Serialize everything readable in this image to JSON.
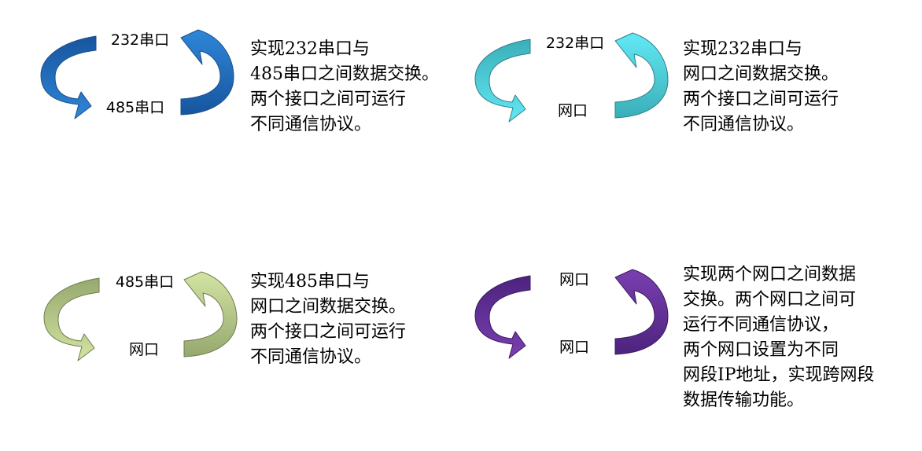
{
  "panels": [
    {
      "top_label": "232串口",
      "bottom_label": "485串口",
      "description": "实现232串口与\n485串口之间数据交换。\n两个接口之间可运行\n不同通信协议。",
      "colors": {
        "light": "#2f86d8",
        "dark": "#17559e",
        "stroke": "#1d4f8a"
      }
    },
    {
      "top_label": "232串口",
      "bottom_label": "网口",
      "description": "实现232串口与\n网口之间数据交换。\n两个接口之间可运行\n不同通信协议。",
      "colors": {
        "light": "#62e9f5",
        "dark": "#3aaeb8",
        "stroke": "#2f7f8a"
      }
    },
    {
      "top_label": "485串口",
      "bottom_label": "网口",
      "description": "实现485串口与\n网口之间数据交换。\n两个接口之间可运行\n不同通信协议。",
      "colors": {
        "light": "#d3e4a3",
        "dark": "#96a86e",
        "stroke": "#6f7d4e"
      }
    },
    {
      "top_label": "网口",
      "bottom_label": "网口",
      "description": "实现两个网口之间数据\n交换。两个网口之间可\n运行不同通信协议，\n两个网口设置为不同\n网段IP地址，实现跨网段\n数据传输功能。",
      "colors": {
        "light": "#7a3fb0",
        "dark": "#4d237e",
        "stroke": "#3a1a5f"
      }
    }
  ]
}
